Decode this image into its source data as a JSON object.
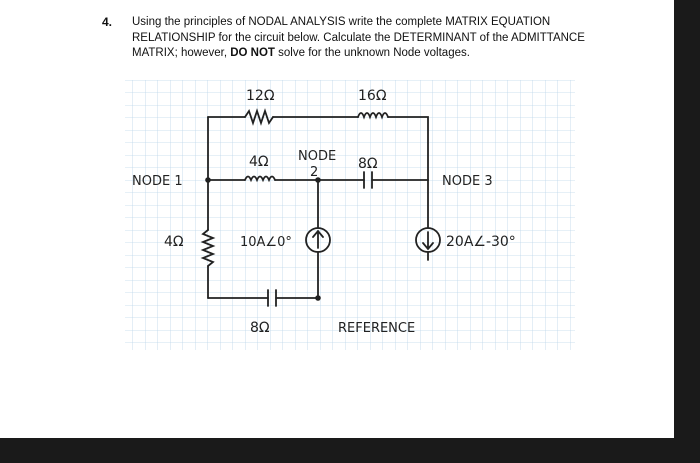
{
  "question": {
    "number": "4.",
    "text_part1": "Using the principles of NODAL ANALYSIS write the complete MATRIX EQUATION RELATIONSHIP for the circuit below. Calculate the DETERMINANT of the ADMITTANCE MATRIX; however, ",
    "text_bold": "DO NOT",
    "text_part2": " solve for the unknown Node voltages."
  },
  "circuit": {
    "r_top_left": "12Ω",
    "l_top_right": "16Ω",
    "l_mid": "4Ω",
    "node2_label_line1": "NODE",
    "node2_label_line2": "2",
    "c_mid": "8Ω",
    "node1_label": "NODE 1",
    "node3_label": "NODE 3",
    "r_left": "4Ω",
    "source1_label": "10A∠0°",
    "source2_label": "20A∠-30°",
    "c_bottom": "8Ω",
    "reference_label": "REFERENCE"
  }
}
